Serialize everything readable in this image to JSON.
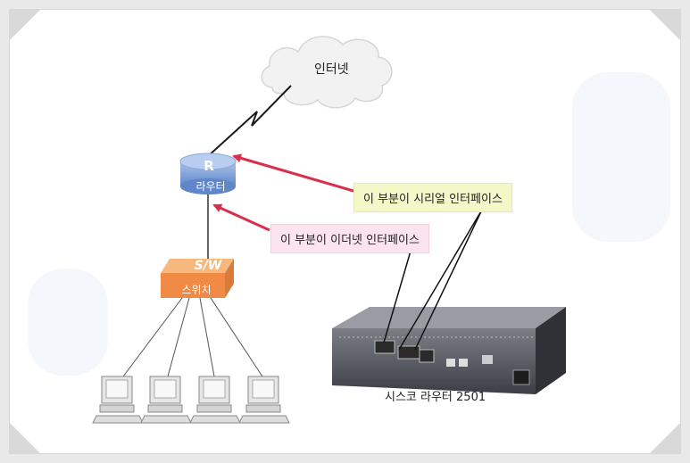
{
  "nodes": {
    "internet": {
      "label": "인터넷",
      "icon": "cloud-icon"
    },
    "router": {
      "letter": "R",
      "label": "라우터",
      "icon": "router-icon"
    },
    "switch": {
      "letter": "S/W",
      "label": "스위치",
      "icon": "switch-icon"
    },
    "computers": [
      {
        "icon": "computer-icon"
      },
      {
        "icon": "computer-icon"
      },
      {
        "icon": "computer-icon"
      },
      {
        "icon": "computer-icon"
      }
    ],
    "hardware": {
      "label": "시스코 라우터 2501",
      "icon": "cisco-router-device-icon"
    }
  },
  "callouts": {
    "serial": "이 부분이 시리얼 인터페이스",
    "ethernet": "이 부분이 이더넷 인터페이스"
  },
  "colors": {
    "router": "#7fa3db",
    "switch": "#f0a060",
    "arrow": "#d8304a",
    "callout_serial_bg": "#f4f7c8",
    "callout_ether_bg": "#fbe4ee"
  }
}
